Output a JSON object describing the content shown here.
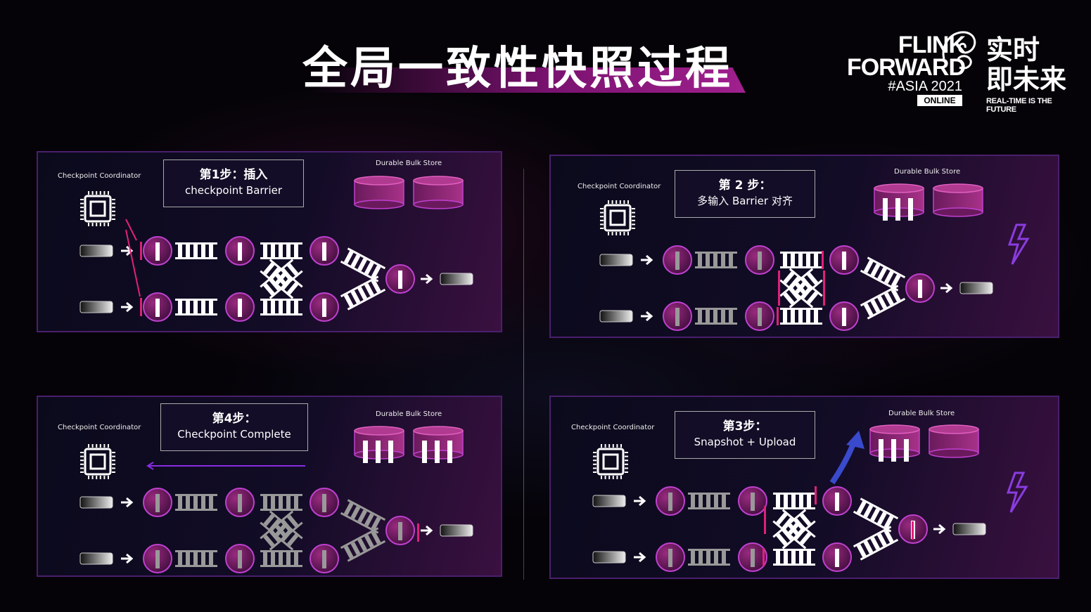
{
  "title": "全局一致性快照过程",
  "logo": {
    "line1": "FLINK",
    "line2": "FORWARD",
    "event": "#ASIA 2021",
    "badge": "ONLINE",
    "cn_line1": "实时",
    "cn_line2": "即未来",
    "tagline": "REAL-TIME IS THE FUTURE"
  },
  "panels": [
    {
      "id": "step1",
      "coordinator": "Checkpoint Coordinator",
      "store": "Durable Bulk Store",
      "line1": "第1步：插入",
      "line2": "checkpoint Barrier"
    },
    {
      "id": "step2",
      "coordinator": "Checkpoint Coordinator",
      "store": "Durable Bulk Store",
      "line1": "第 2 步：",
      "line2": "多输入 Barrier 对齐"
    },
    {
      "id": "step4",
      "coordinator": "Checkpoint Coordinator",
      "store": "Durable Bulk Store",
      "line1": "第4步：",
      "line2": "Checkpoint Complete"
    },
    {
      "id": "step3",
      "coordinator": "Checkpoint Coordinator",
      "store": "Durable Bulk Store",
      "line1": "第3步：",
      "line2": "Snapshot + Upload"
    }
  ],
  "colors": {
    "accent": "#e0207a",
    "purple": "#8a2be2",
    "node": "#7a1f68",
    "lightning": "#8a3ce0"
  }
}
